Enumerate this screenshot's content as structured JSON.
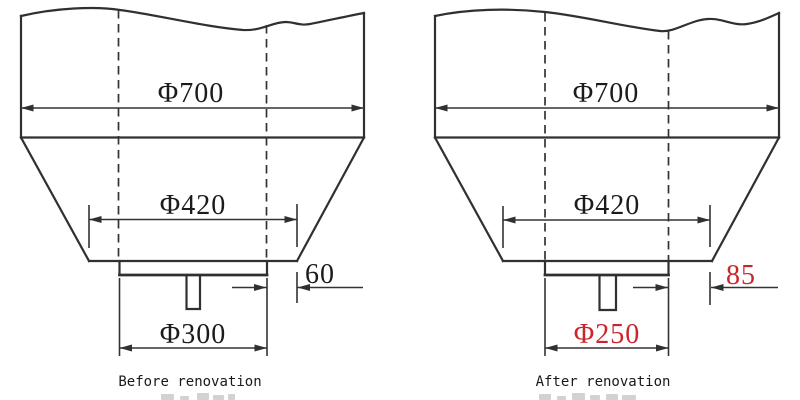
{
  "figure": {
    "colors": {
      "line": "#303030",
      "text": "#1b1b1b",
      "accent_red": "#c9252b"
    },
    "before": {
      "top_diameter_label": "Φ700",
      "mid_diameter_label": "Φ420",
      "outlet_diameter_label": "Φ300",
      "edge_offset_label": "60",
      "caption": "Before renovation"
    },
    "after": {
      "top_diameter_label": "Φ700",
      "mid_diameter_label": "Φ420",
      "outlet_diameter_label": "Φ250",
      "edge_offset_label": "85",
      "caption": "After renovation"
    }
  }
}
